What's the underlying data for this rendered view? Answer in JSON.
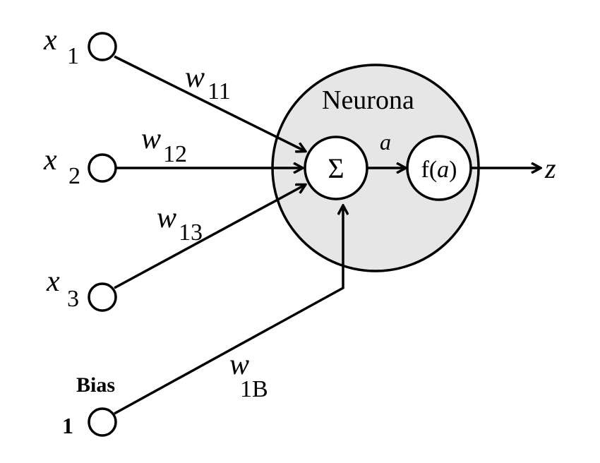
{
  "diagram": {
    "neuron_label": "Neurona",
    "neuron_fill": "#e6e6e6",
    "inputs": [
      {
        "var": "x",
        "sub": "1",
        "weight": "w",
        "weight_sub": "11"
      },
      {
        "var": "x",
        "sub": "2",
        "weight": "w",
        "weight_sub": "12"
      },
      {
        "var": "x",
        "sub": "3",
        "weight": "w",
        "weight_sub": "13"
      }
    ],
    "bias": {
      "label": "Bias",
      "value": "1",
      "weight": "w",
      "weight_sub": "1B"
    },
    "sum_symbol": "Σ",
    "activation_label": "a",
    "activation_fn": {
      "prefix": "f(",
      "arg": "a",
      "suffix": ")"
    },
    "output_label": "z"
  }
}
